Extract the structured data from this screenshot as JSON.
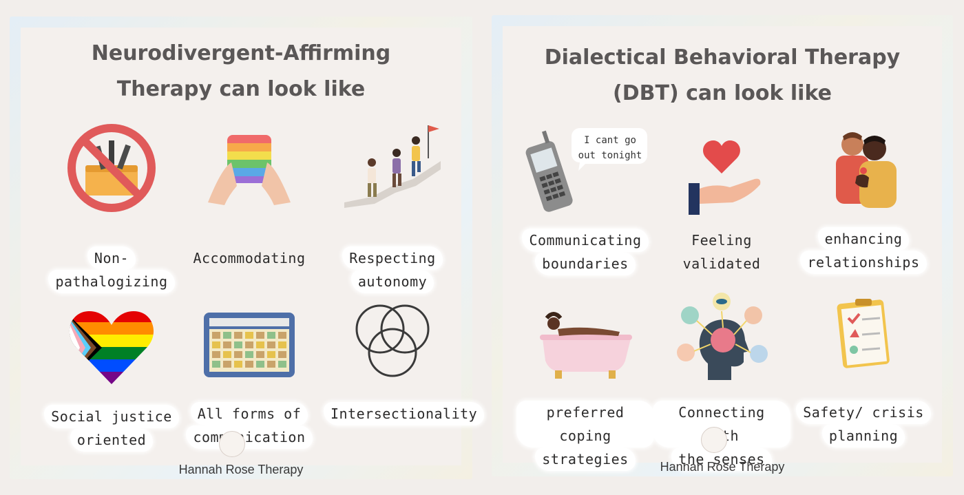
{
  "left_panel": {
    "title_line1": "Neurodivergent-Affirming",
    "title_line2": "Therapy can look like",
    "items": [
      {
        "label_line1": "Non-",
        "label_line2": "pathalogizing",
        "icon": "no-toolbox-icon"
      },
      {
        "label_line1": "Accommodating",
        "label_line2": "",
        "icon": "pop-it-fidget-icon"
      },
      {
        "label_line1": "Respecting",
        "label_line2": "autonomy",
        "icon": "climbing-people-icon"
      },
      {
        "label_line1": "Social justice",
        "label_line2": "oriented",
        "icon": "progress-pride-heart-icon"
      },
      {
        "label_line1": "All forms of",
        "label_line2": "communication",
        "icon": "aac-device-icon"
      },
      {
        "label_line1": "Intersectionality",
        "label_line2": "",
        "icon": "venn-circles-icon"
      }
    ],
    "footer": "Hannah Rose Therapy"
  },
  "right_panel": {
    "title_line1": "Dialectical Behavioral Therapy",
    "title_line2": "(DBT) can look like",
    "speech_bubble_line1": "I cant go",
    "speech_bubble_line2": "out tonight",
    "items": [
      {
        "label_line1": "Communicating",
        "label_line2": "boundaries",
        "icon": "cell-phone-icon"
      },
      {
        "label_line1": "Feeling validated",
        "label_line2": "",
        "icon": "heart-in-hand-icon"
      },
      {
        "label_line1": "enhancing",
        "label_line2": "relationships",
        "icon": "embracing-people-icon"
      },
      {
        "label_line1": "preferred coping",
        "label_line2": "strategies",
        "icon": "bathtub-icon"
      },
      {
        "label_line1": "Connecting with",
        "label_line2": "the senses",
        "icon": "senses-head-icon"
      },
      {
        "label_line1": "Safety/ crisis",
        "label_line2": "planning",
        "icon": "clipboard-checklist-icon"
      }
    ],
    "footer": "Hannah Rose Therapy"
  },
  "colors": {
    "title": "#5a5757",
    "background": "#f2eeeb",
    "no_sign_red": "#e05a5a",
    "heart_red": "#e34b4b"
  }
}
